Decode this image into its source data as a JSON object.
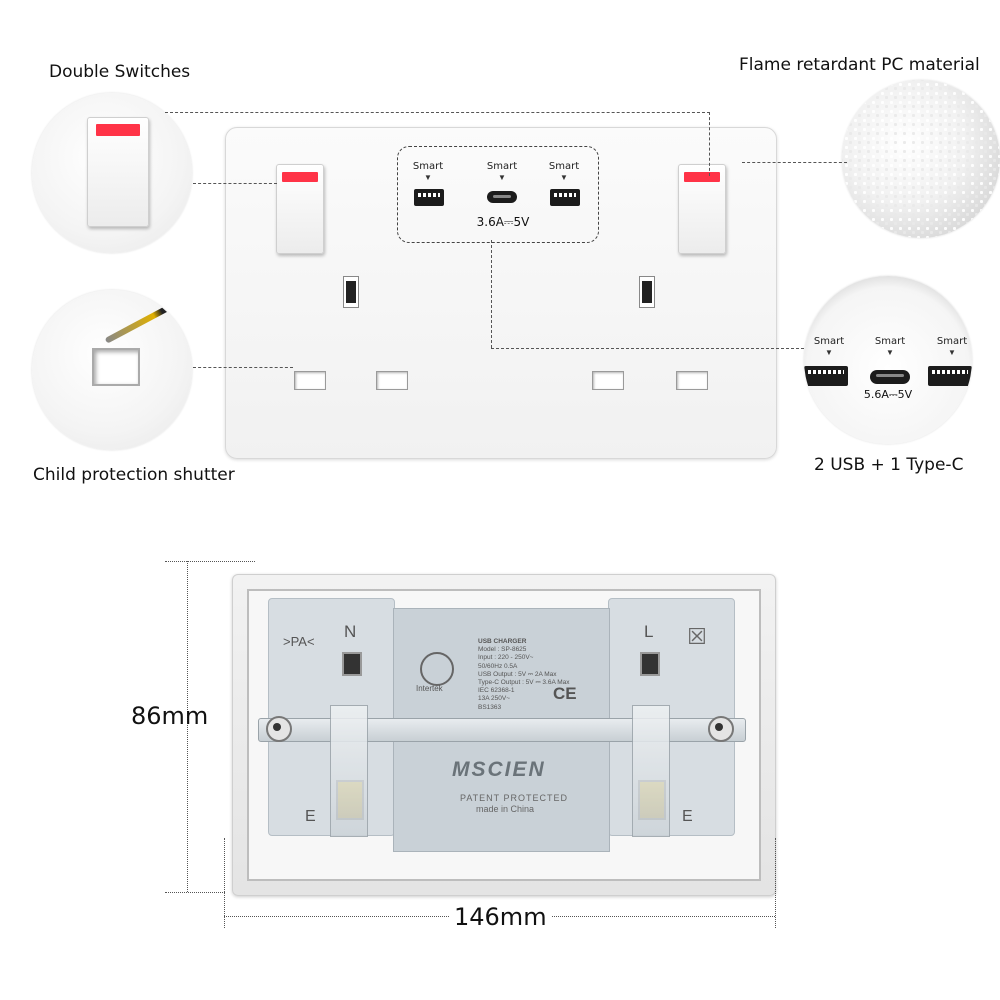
{
  "labels": {
    "double_switches": "Double Switches",
    "flame_retardant": "Flame retardant PC material",
    "child_protection": "Child protection shutter",
    "usb_typec": "2 USB + 1 Type-C"
  },
  "usb_panel": {
    "port_label": "Smart",
    "output": "3.6A⎓5V"
  },
  "usb_zoom": {
    "port_label": "Smart",
    "output": "5.6A⎓5V"
  },
  "back": {
    "brand": "MSCIEN",
    "patent": "PATENT PROTECTED",
    "made_in": "made in China",
    "pa_mark": ">PA<",
    "neutral": "N",
    "live": "L",
    "earth": "E",
    "cert_mark": "Intertek",
    "ce_mark": "CE",
    "spec_lines": [
      "USB CHARGER",
      "Model : SP-8625",
      "Input : 220 - 250V~",
      "50/60Hz 0.5A",
      "USB Output : 5V ⎓ 2A Max",
      "Type-C Output : 5V ⎓ 3.6A Max",
      "IEC 62368-1",
      "13A 250V~",
      "BS1363"
    ]
  },
  "dimensions": {
    "height": "86mm",
    "width": "146mm"
  },
  "colors": {
    "switch_indicator": "#ff3347",
    "plate": "#f6f6f6",
    "back_grey": "#c9d1d7"
  }
}
